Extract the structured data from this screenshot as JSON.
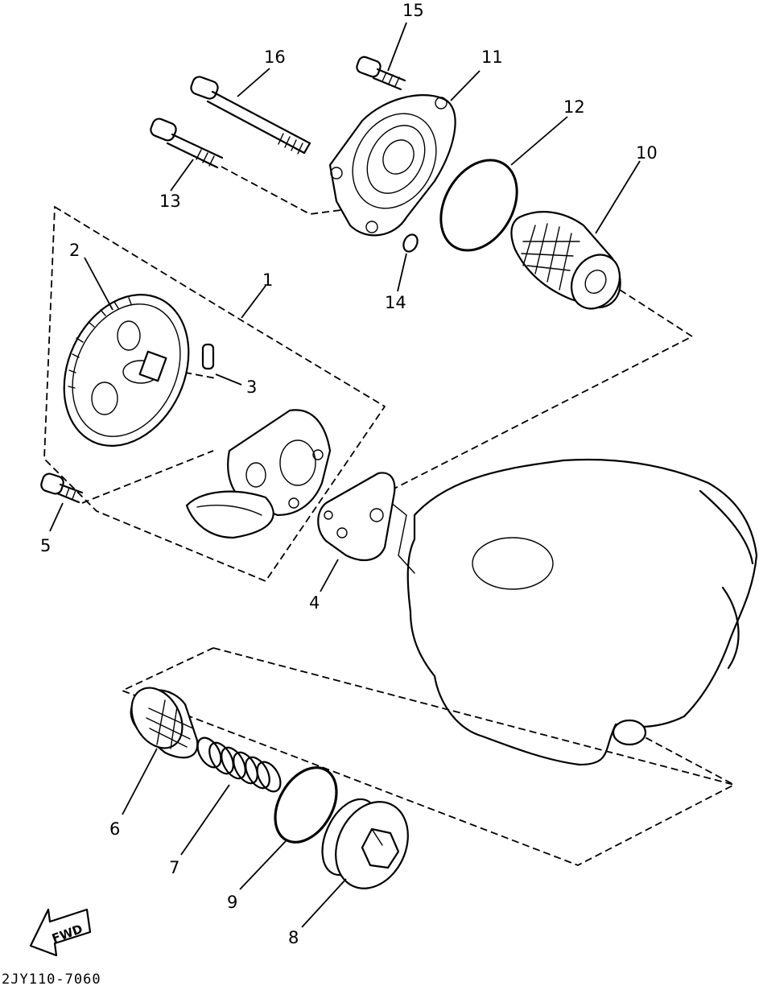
{
  "diagram_code": "2JY110-7060",
  "fwd_label": "FWD",
  "callouts": {
    "p1": "1",
    "p2": "2",
    "p3": "3",
    "p4": "4",
    "p5": "5",
    "p6": "6",
    "p7": "7",
    "p8": "8",
    "p9": "9",
    "p10": "10",
    "p11": "11",
    "p12": "12",
    "p13": "13",
    "p14": "14",
    "p15": "15",
    "p16": "16"
  }
}
